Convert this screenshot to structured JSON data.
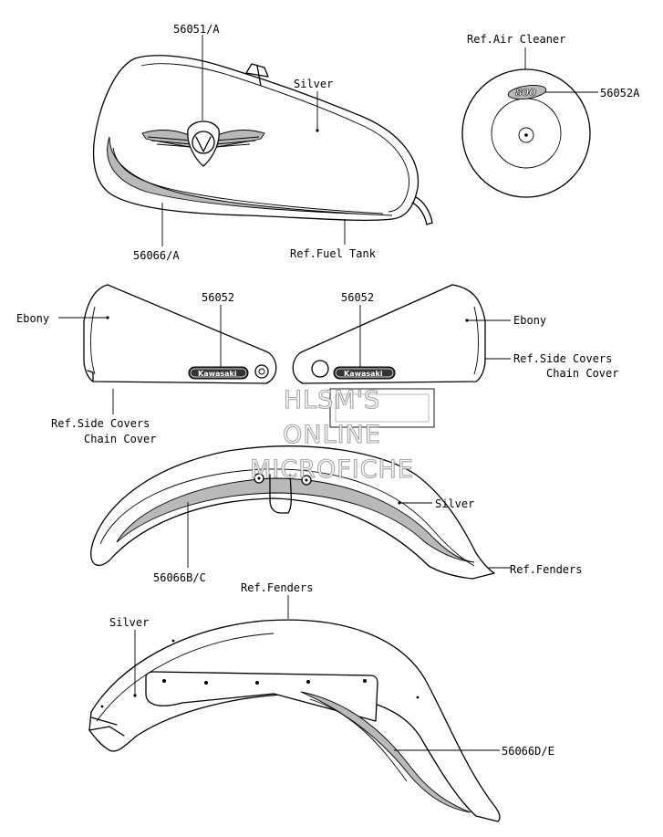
{
  "labels": {
    "tank_part": "56051/A",
    "tank_color": "Silver",
    "tank_stripe_part": "56066/A",
    "ref_fuel_tank": "Ref.Fuel Tank",
    "ref_air_cleaner": "Ref.Air Cleaner",
    "air_cleaner_part": "56052A",
    "left_cover_part": "56052",
    "right_cover_part": "56052",
    "left_cover_color": "Ebony",
    "right_cover_color": "Ebony",
    "ref_side_covers_left_line1": "Ref.Side Covers",
    "ref_side_covers_left_line2": "Chain Cover",
    "ref_side_covers_right_line1": "Ref.Side Covers",
    "ref_side_covers_right_line2": "Chain Cover",
    "front_fender_color": "Silver",
    "front_fender_part": "56066B/C",
    "ref_fenders_front": "Ref.Fenders",
    "ref_fenders_rear": "Ref.Fenders",
    "rear_fender_color": "Silver",
    "rear_fender_part": "56066D/E"
  },
  "badges": {
    "left": "Kawasaki",
    "right": "Kawasaki",
    "air_cleaner_emblem": "800"
  },
  "watermark": {
    "line1": "HLSM'S",
    "line2": "ONLINE",
    "line3": "MICROFICHE"
  },
  "colors": {
    "ink": "#000000",
    "paper": "#ffffff",
    "shade": "#b9b9b9",
    "watermark_outline": "#9c9c9c"
  }
}
